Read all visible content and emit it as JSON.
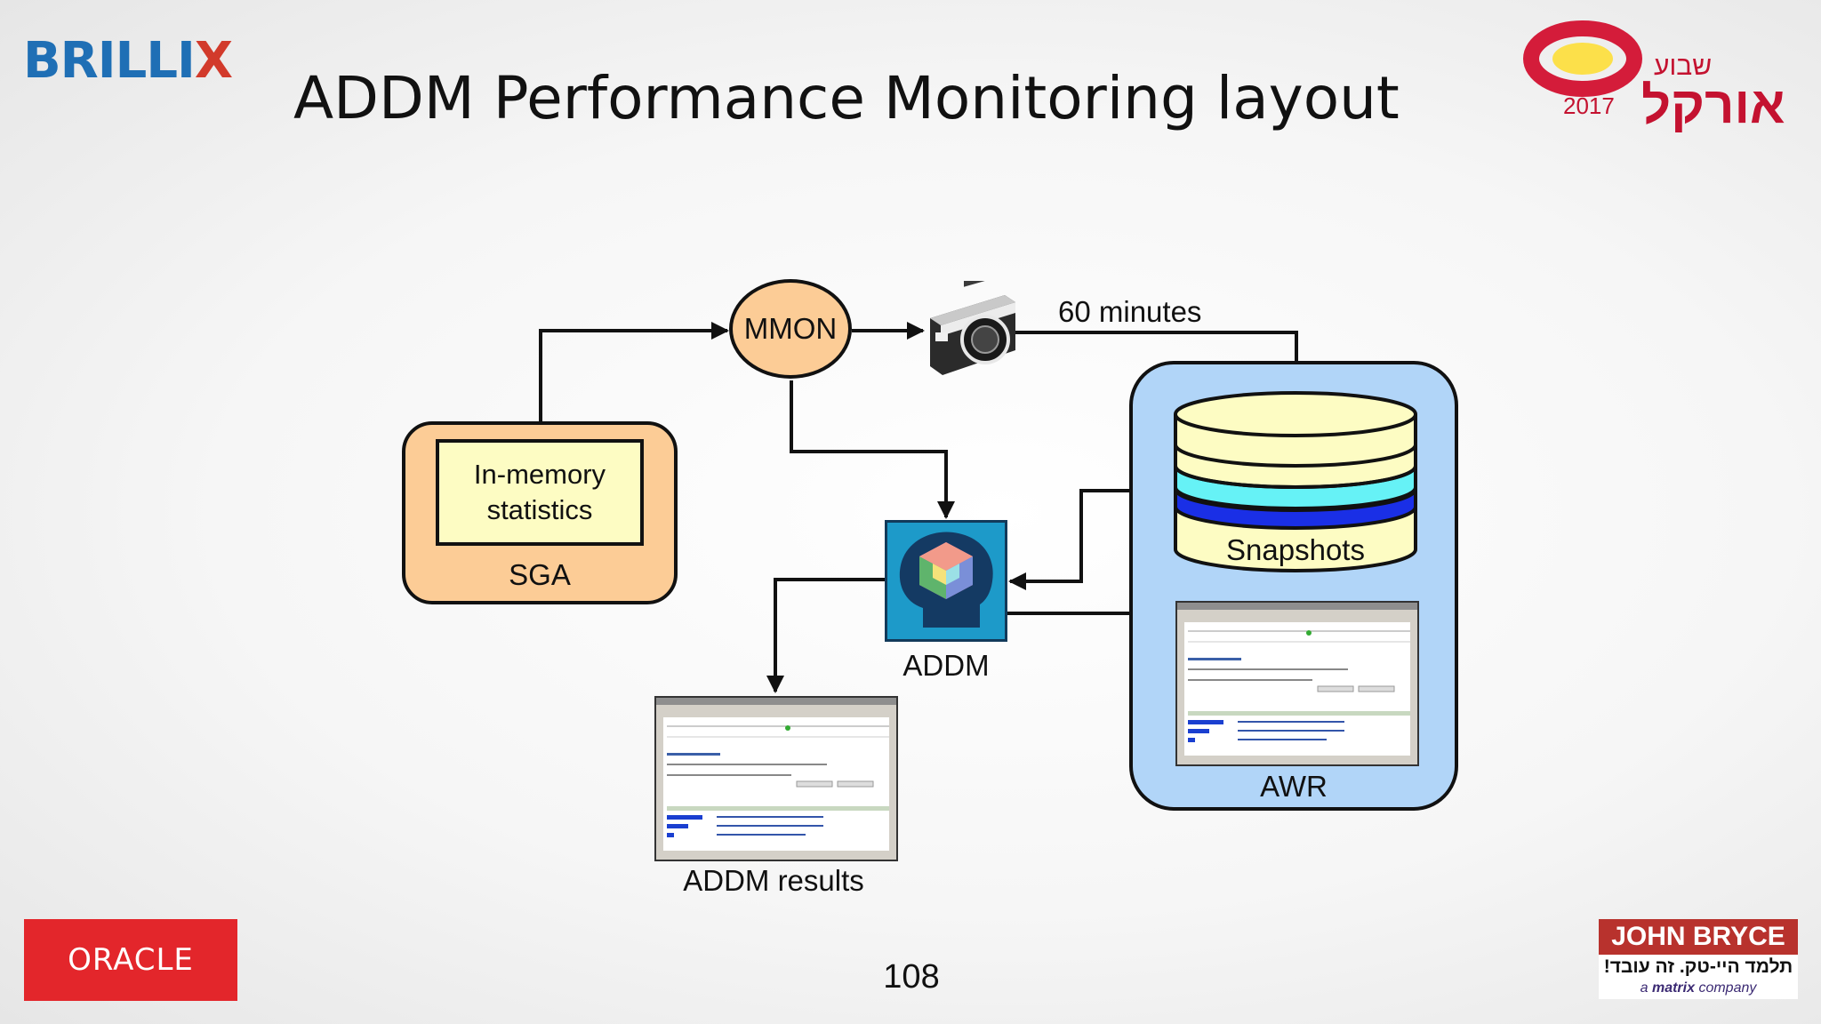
{
  "header": {
    "brand_main": "BRILLI",
    "brand_x": "X",
    "title": "ADDM Performance Monitoring layout",
    "event_year": "2017",
    "event_name_he": "אורקל",
    "event_week_he": "שבוע"
  },
  "diagram": {
    "mmon": "MMON",
    "interval": "60 minutes",
    "in_memory_line1": "In-memory",
    "in_memory_line2": "statistics",
    "sga": "SGA",
    "snapshots": "Snapshots",
    "addm": "ADDM",
    "awr": "AWR",
    "addm_results": "ADDM results"
  },
  "footer": {
    "oracle": "ORACLE",
    "page_number": "108",
    "jb_name": "JOHN BRYCE",
    "jb_tagline_he": "תלמד היי-טק. זה עובד!",
    "jb_sub_prefix": "a ",
    "jb_sub_brand": "matrix",
    "jb_sub_suffix": " company"
  },
  "colors": {
    "sga_fill": "#fccc96",
    "stats_fill": "#fdfcc3",
    "awr_fill": "#b1d5f8",
    "cyl_light": "#fdfcc3",
    "cyl_cyan": "#66f2f6",
    "cyl_blue": "#1a2fe6",
    "addm_bg": "#1d9ac9",
    "oracle_red": "#e3262b"
  }
}
